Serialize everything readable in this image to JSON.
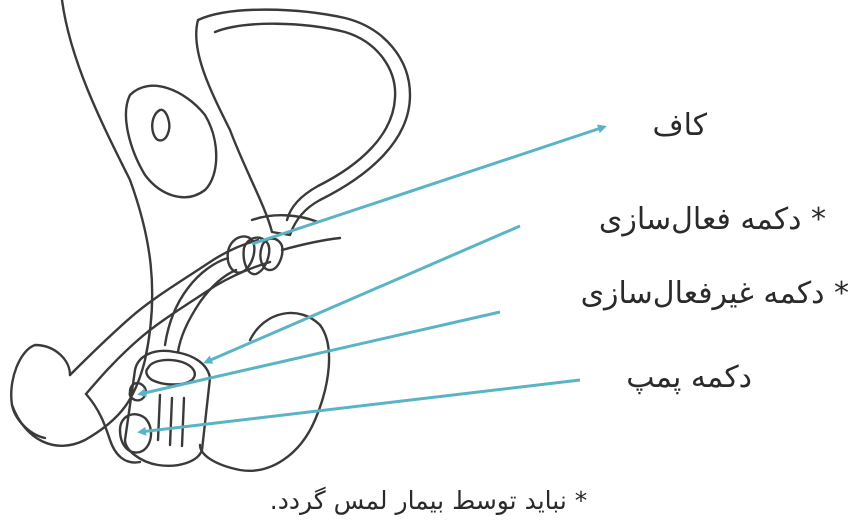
{
  "labels": {
    "cuff": "کاف",
    "activate": "* دکمه فعال‌سازی",
    "deactivate": "* دکمه غیرفعال‌سازی",
    "pump": "دکمه پمپ"
  },
  "footnote": "* نباید توسط بیمار لمس گردد.",
  "colors": {
    "arrow": "#5ab4c6",
    "line_art": "#3a3a3a",
    "text": "#2a2a2a"
  }
}
